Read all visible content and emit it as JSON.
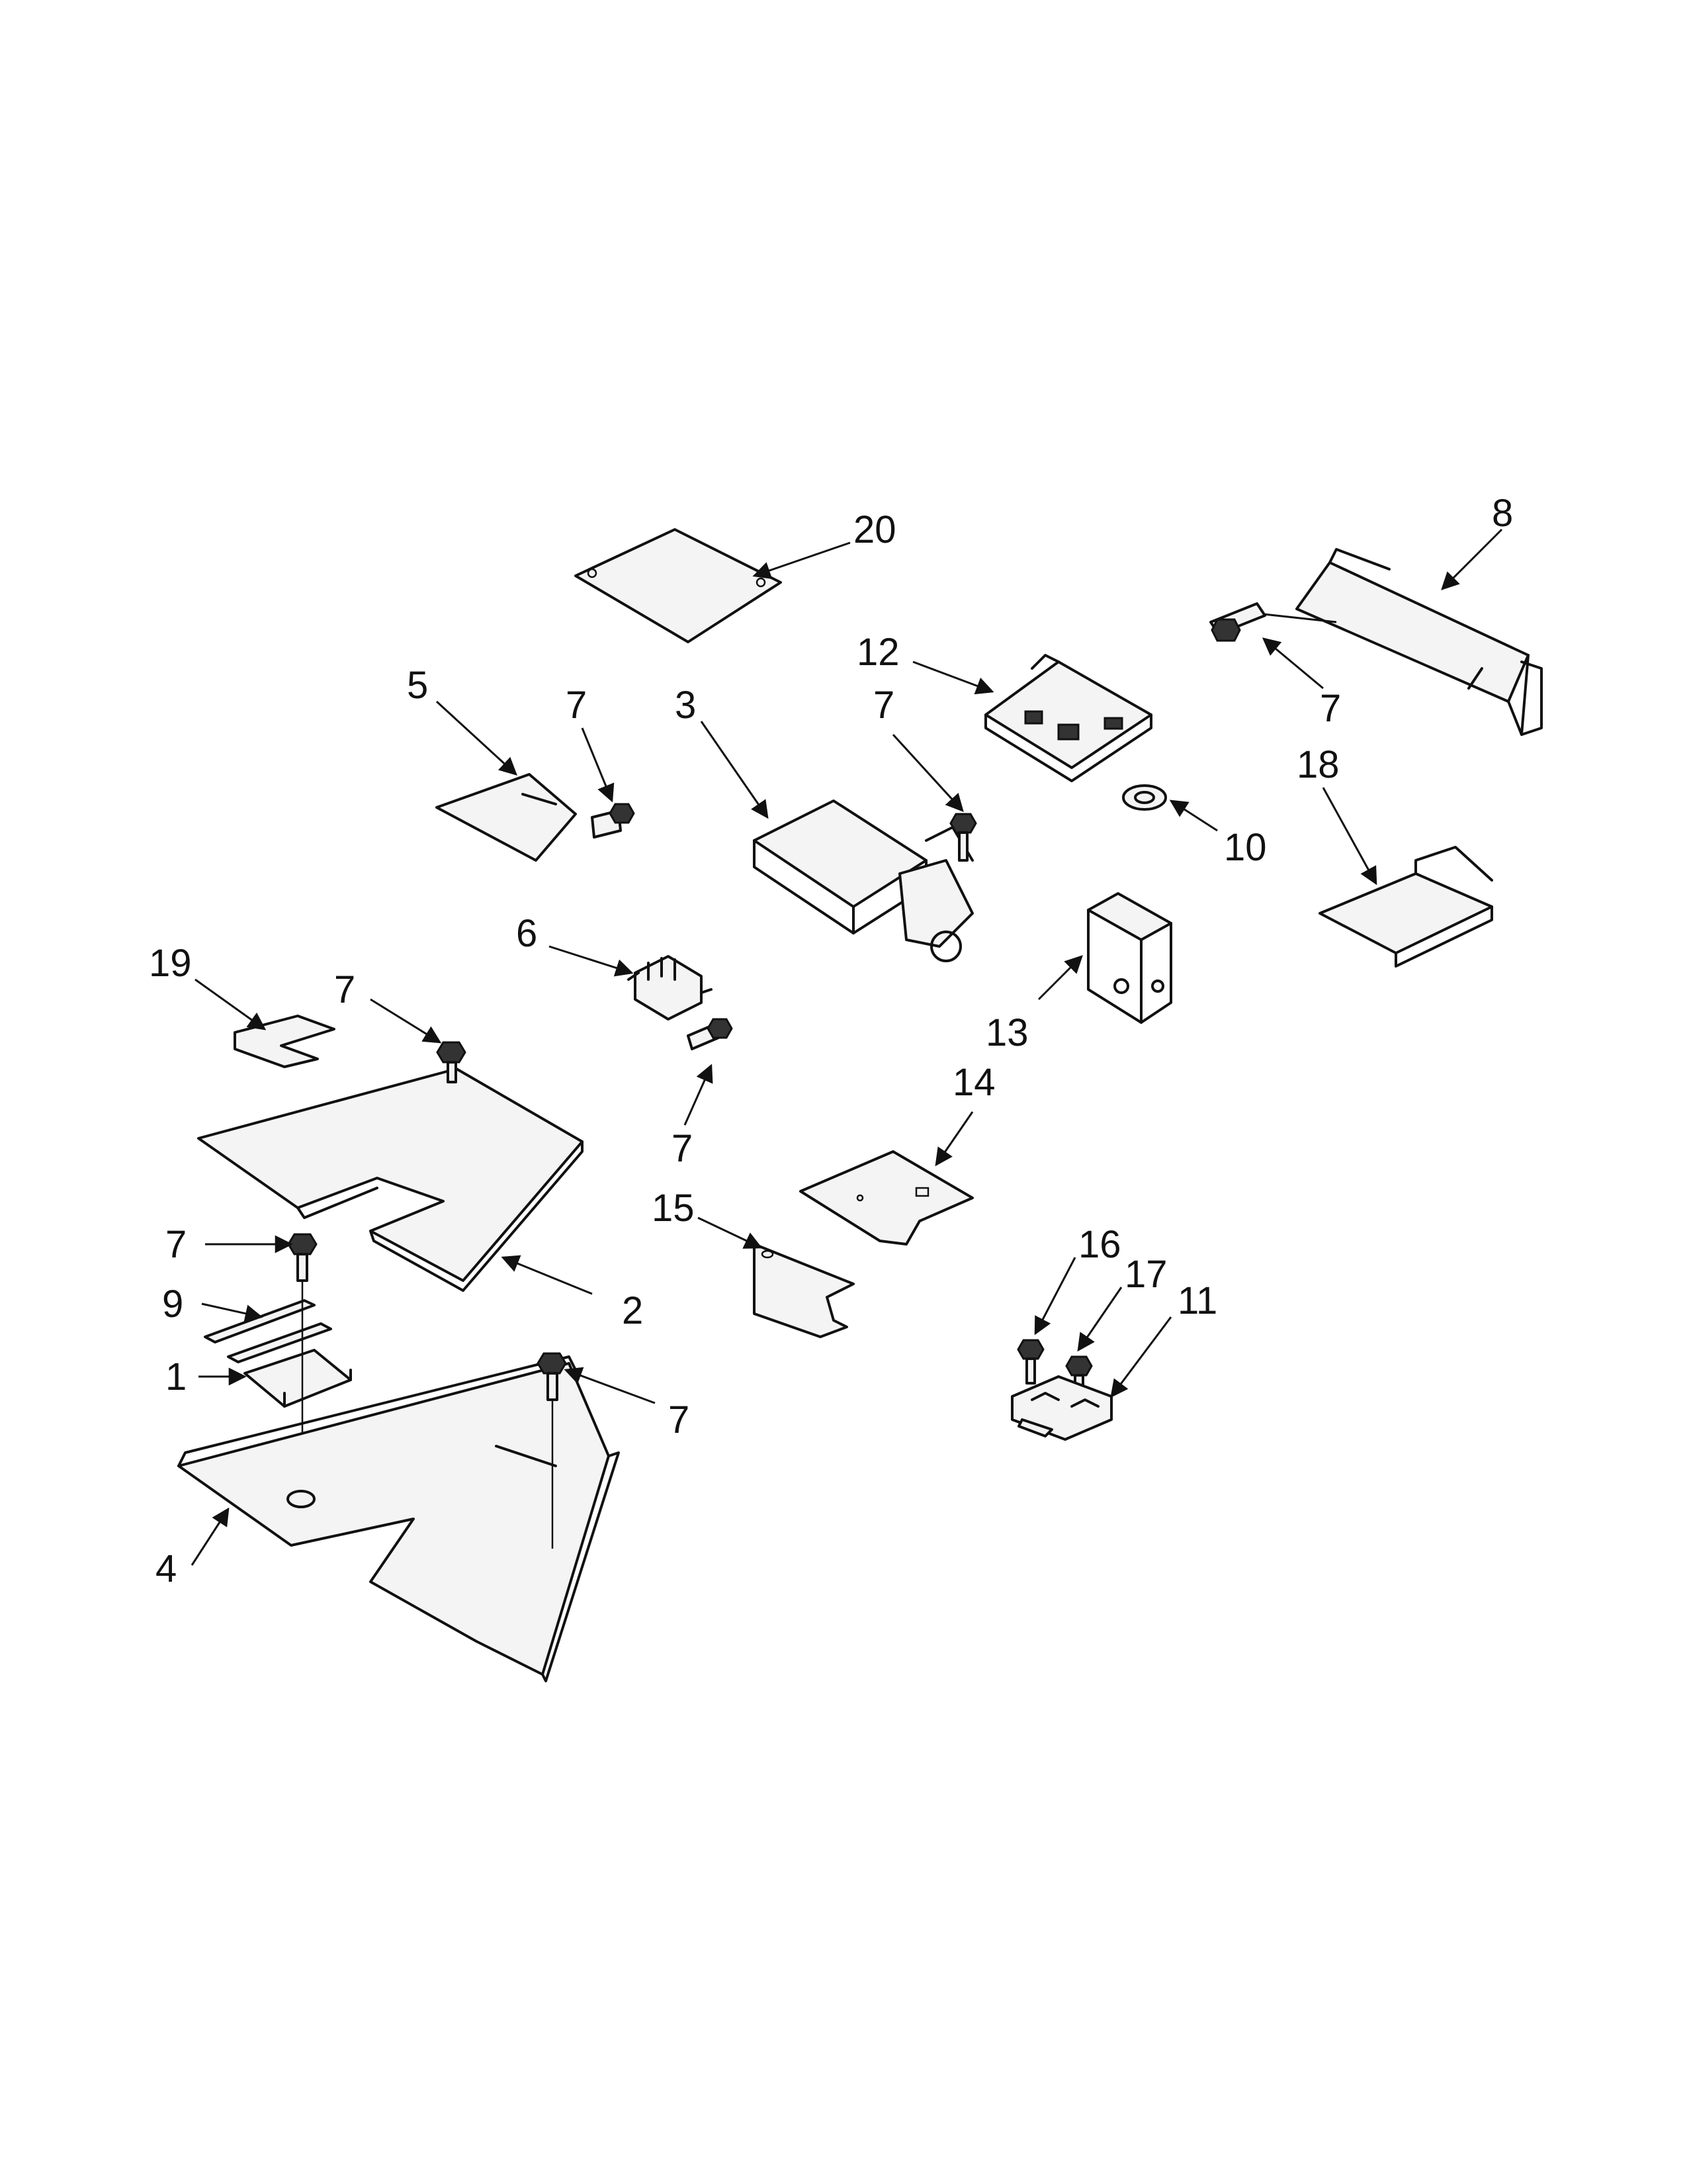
{
  "callouts": [
    {
      "id": "c20",
      "text": "20"
    },
    {
      "id": "c8",
      "text": "8"
    },
    {
      "id": "c12",
      "text": "12"
    },
    {
      "id": "c5",
      "text": "5"
    },
    {
      "id": "c7a",
      "text": "7"
    },
    {
      "id": "c3",
      "text": "3"
    },
    {
      "id": "c7b",
      "text": "7"
    },
    {
      "id": "c7c",
      "text": "7"
    },
    {
      "id": "c18",
      "text": "18"
    },
    {
      "id": "c10",
      "text": "10"
    },
    {
      "id": "c6",
      "text": "6"
    },
    {
      "id": "c19",
      "text": "19"
    },
    {
      "id": "c7d",
      "text": "7"
    },
    {
      "id": "c13",
      "text": "13"
    },
    {
      "id": "c14",
      "text": "14"
    },
    {
      "id": "c7e",
      "text": "7"
    },
    {
      "id": "c15",
      "text": "15"
    },
    {
      "id": "c7f",
      "text": "7"
    },
    {
      "id": "c2",
      "text": "2"
    },
    {
      "id": "c9",
      "text": "9"
    },
    {
      "id": "c16",
      "text": "16"
    },
    {
      "id": "c17",
      "text": "17"
    },
    {
      "id": "c11",
      "text": "11"
    },
    {
      "id": "c1",
      "text": "1"
    },
    {
      "id": "c7g",
      "text": "7"
    },
    {
      "id": "c4",
      "text": "4"
    }
  ]
}
